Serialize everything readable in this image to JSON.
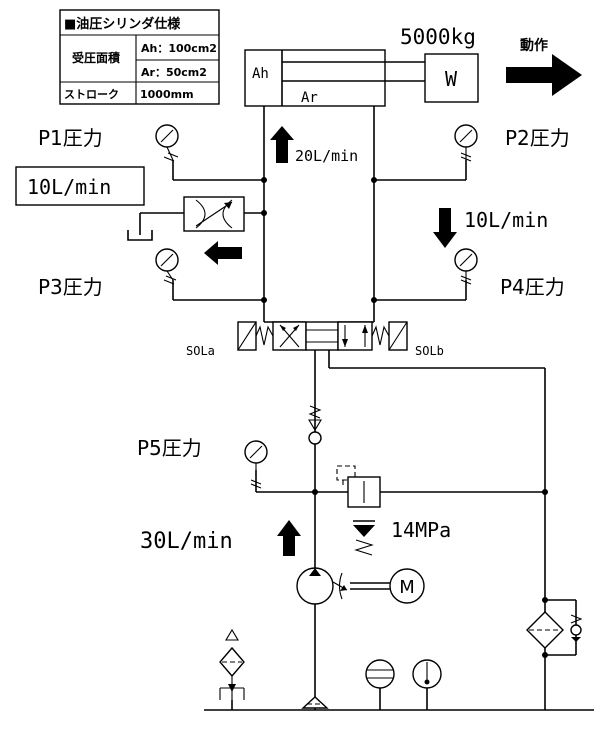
{
  "spec_table": {
    "title": "■油圧シリンダ仕様",
    "area_label": "受圧面積",
    "ah_value": "Ah：100cm2",
    "ar_value": "Ar：50cm2",
    "stroke_label": "ストローク",
    "stroke_value": "1000mm"
  },
  "load": {
    "weight": "5000kg",
    "symbol": "W",
    "motion_label": "動作"
  },
  "cylinder": {
    "ah_label": "Ah",
    "ar_label": "Ar"
  },
  "gauges": {
    "p1": "P1圧力",
    "p2": "P2圧力",
    "p3": "P3圧力",
    "p4": "P4圧力",
    "p5": "P5圧力"
  },
  "flows": {
    "meter_setting": "10L/min",
    "cylinder_in": "20L/min",
    "return": "10L/min",
    "pump": "30L/min"
  },
  "valve": {
    "sol_a": "SOLa",
    "sol_b": "SOLb"
  },
  "relief": {
    "pressure": "14MPa"
  },
  "motor": {
    "symbol": "M"
  }
}
